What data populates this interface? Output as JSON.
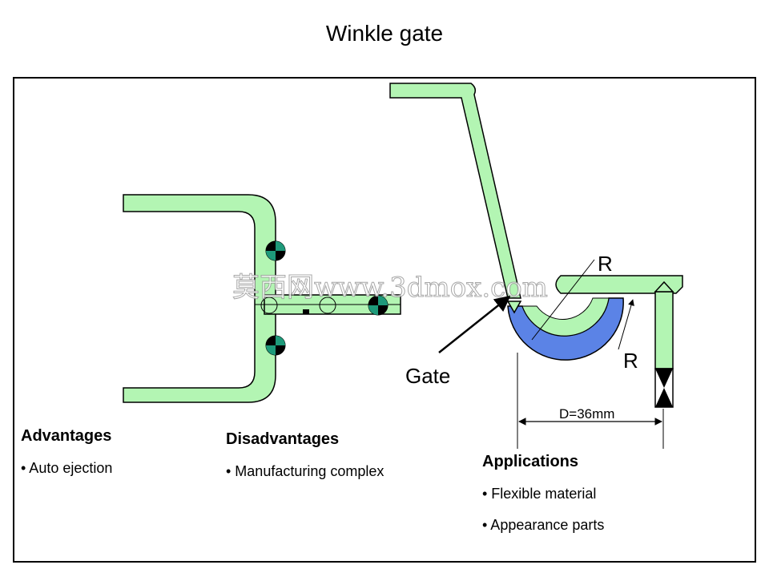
{
  "title": "Winkle gate",
  "labels": {
    "gate": "Gate",
    "radius_top": "R",
    "radius_right": "R",
    "dimension": "D=36mm"
  },
  "watermark": "莫西网www.3dmox.com",
  "sections": {
    "advantages": {
      "heading": "Advantages",
      "items": [
        "• Auto ejection"
      ]
    },
    "disadvantages": {
      "heading": "Disadvantages",
      "items": [
        "• Manufacturing complex"
      ]
    },
    "applications": {
      "heading": "Applications",
      "items": [
        "• Flexible material",
        "• Appearance parts"
      ]
    }
  },
  "colors": {
    "mold_fill": "#b3f5b3",
    "part_fill": "#5b83e6",
    "outline": "#000000"
  }
}
